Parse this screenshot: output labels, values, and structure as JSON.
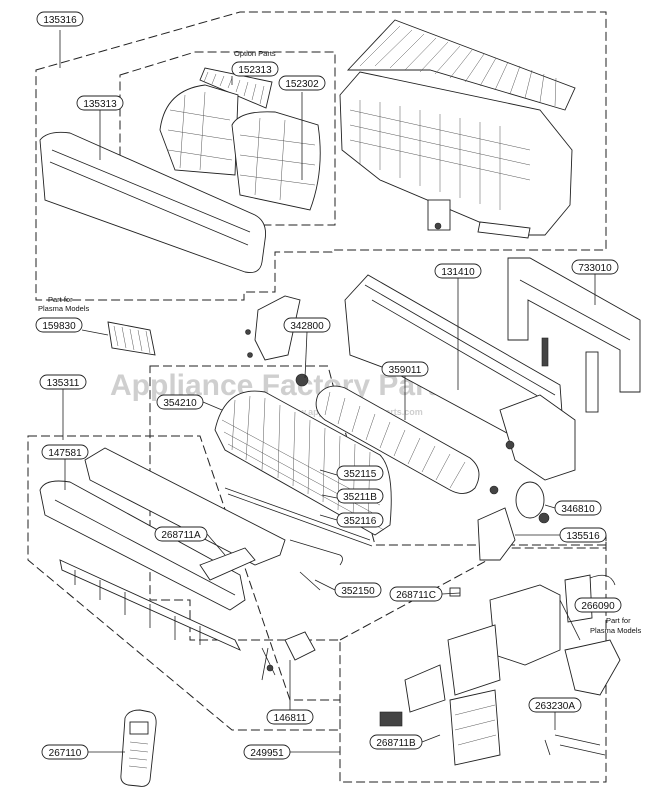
{
  "watermark": {
    "main": "Appliance Factory Parts",
    "sub": "www.appliancefactoryparts.com"
  },
  "notes": {
    "option_parts": "Option Parts",
    "plasma_left_1": "Part for",
    "plasma_left_2": "Plasma Models",
    "plasma_right_1": "Part for",
    "plasma_right_2": "Plasma Models"
  },
  "parts": {
    "p135316": "135316",
    "p152313": "152313",
    "p152302": "152302",
    "p135313": "135313",
    "p131410": "131410",
    "p733010": "733010",
    "p159830": "159830",
    "p342800": "342800",
    "p135311": "135311",
    "p359011": "359011",
    "p354210": "354210",
    "p147581": "147581",
    "p352115": "352115",
    "p35211B": "35211B",
    "p346810": "346810",
    "p268711A": "268711A",
    "p352116": "352116",
    "p135516": "135516",
    "p352150": "352150",
    "p268711C": "268711C",
    "p266090": "266090",
    "p146811": "146811",
    "p263230A": "263230A",
    "p267110": "267110",
    "p268711B": "268711B",
    "p249951": "249951"
  }
}
